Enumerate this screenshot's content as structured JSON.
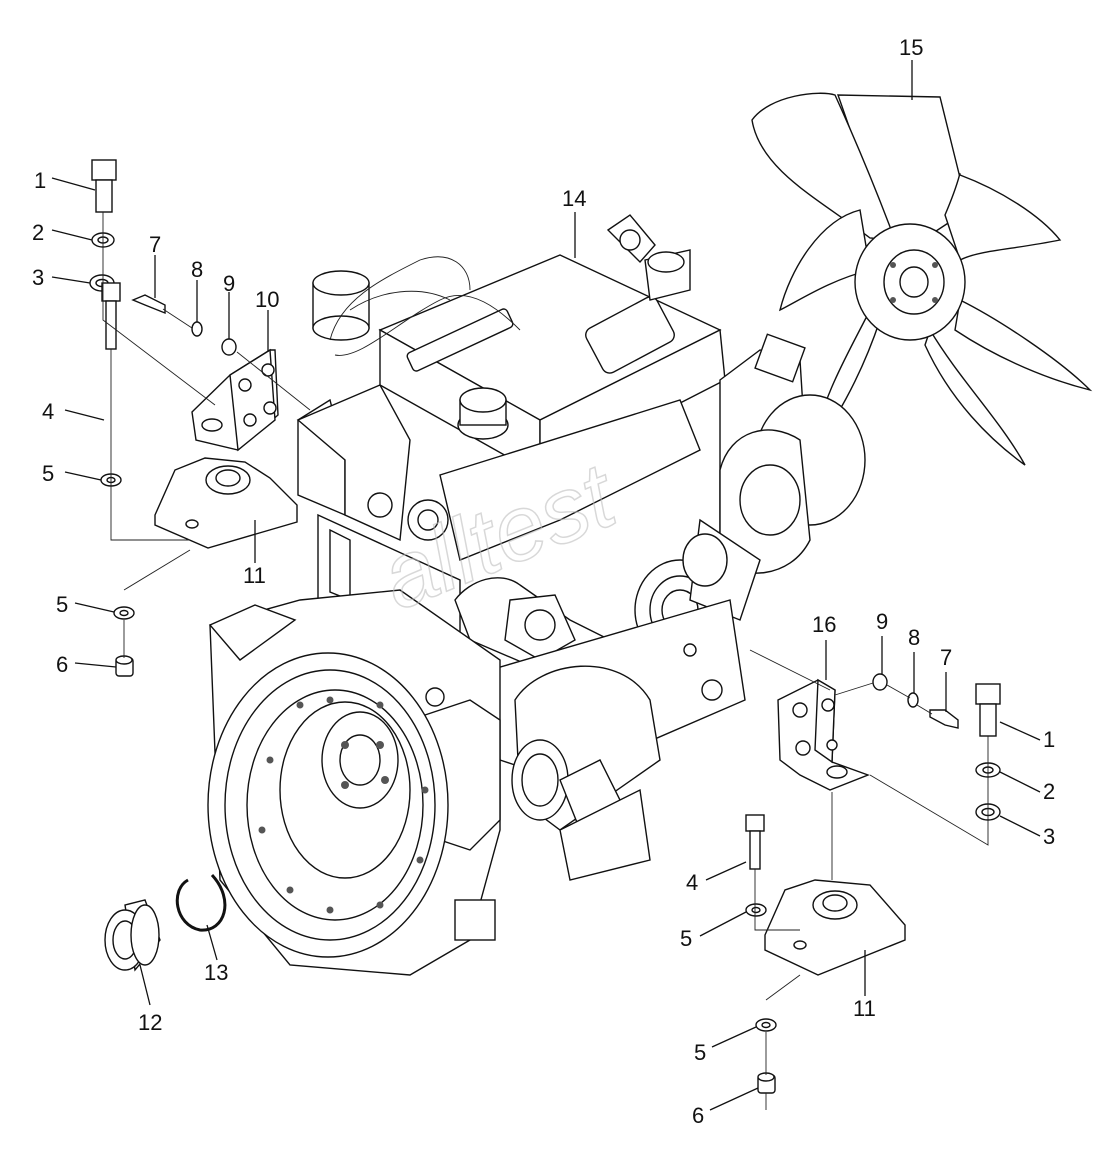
{
  "watermark": "alltest",
  "callouts": {
    "l_bolt_top": "1",
    "l_washer_a": "2",
    "l_washer_b": "3",
    "l_bolt_mid": "4",
    "l_washer_c": "5",
    "l_washer_d": "5",
    "l_nut": "6",
    "l_screw": "7",
    "l_ring_a": "8",
    "l_ring_b": "9",
    "l_bracket": "10",
    "l_mount": "11",
    "bearing": "12",
    "snap_ring": "13",
    "engine": "14",
    "fan": "15",
    "r_bracket": "16",
    "r_ring_b": "9",
    "r_ring_a": "8",
    "r_screw": "7",
    "r_bolt_top": "1",
    "r_washer_a": "2",
    "r_washer_b": "3",
    "r_bolt_mid": "4",
    "r_washer_c": "5",
    "r_mount": "11",
    "r_washer_d": "5",
    "r_nut": "6"
  }
}
